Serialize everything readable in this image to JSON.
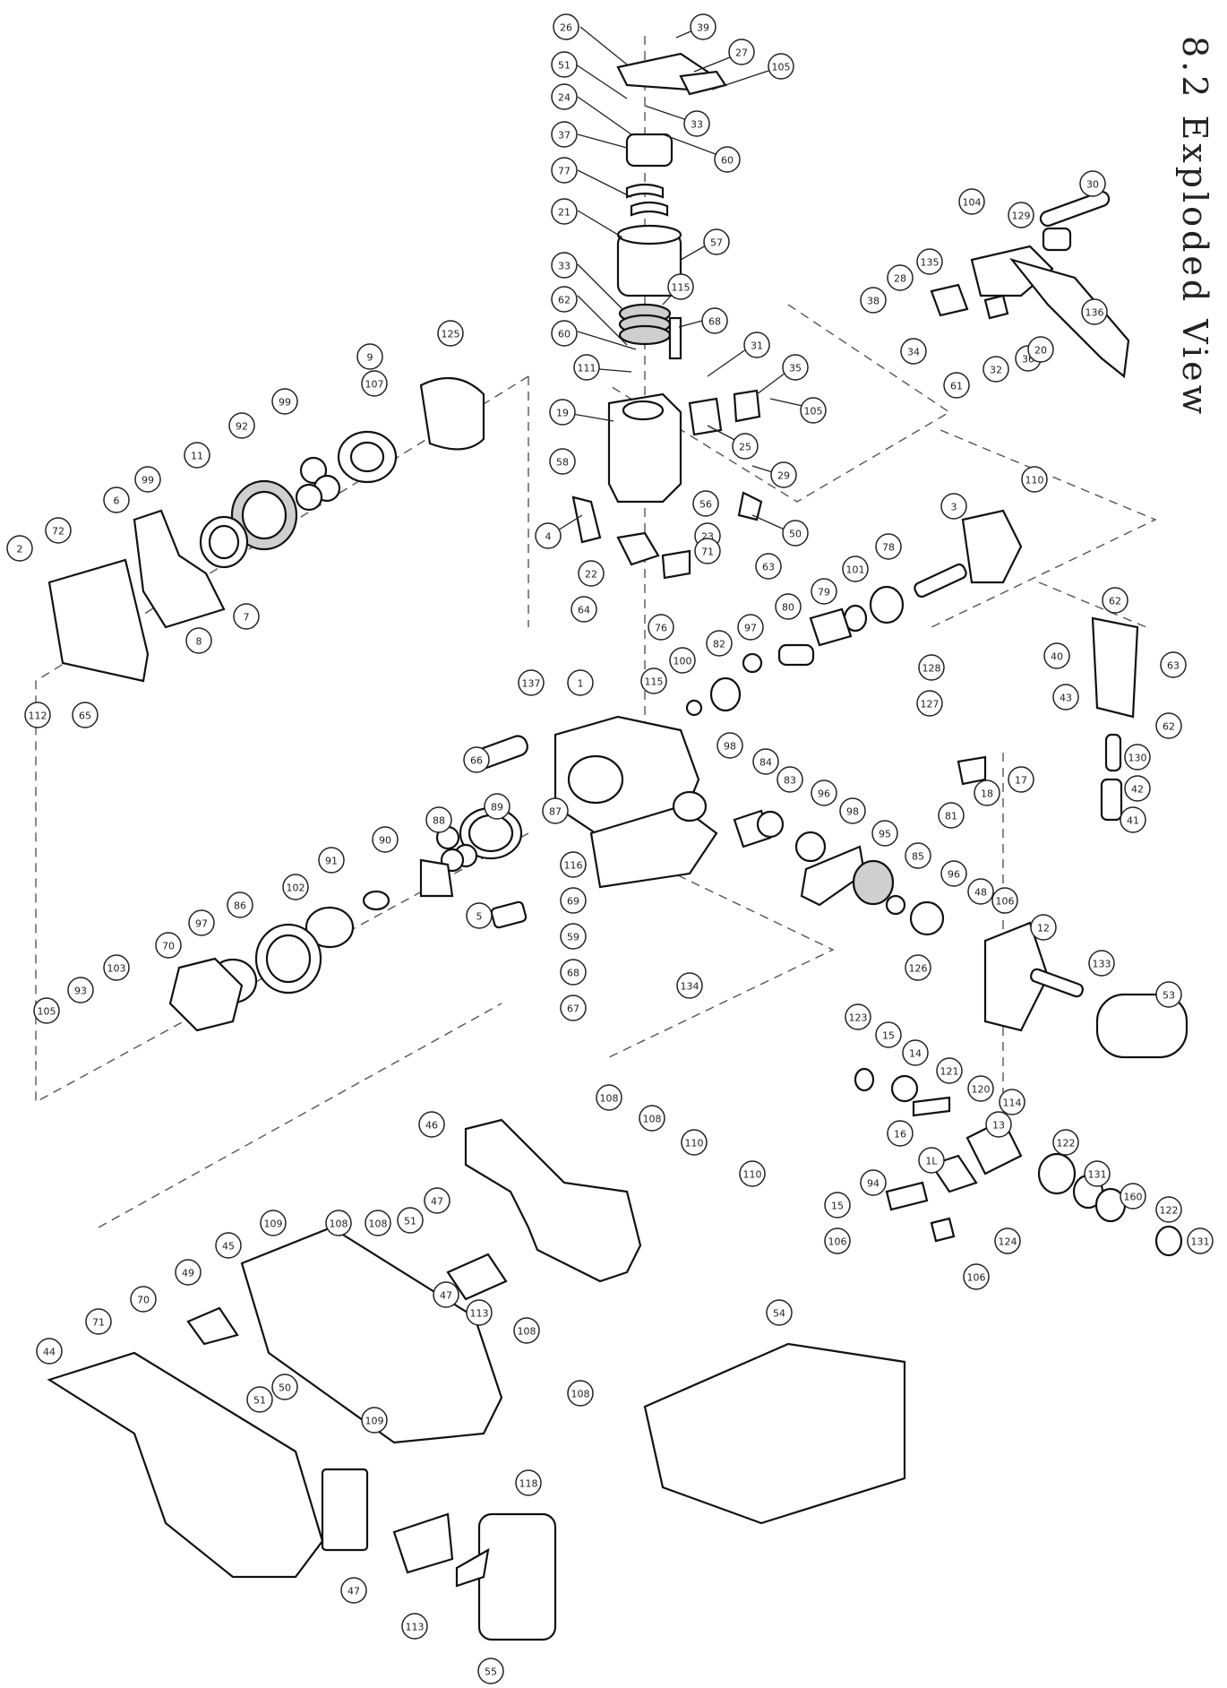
{
  "title": "8.2 Exploded View",
  "callouts": [
    {
      "id": "c26",
      "label": "26"
    },
    {
      "id": "c39",
      "label": "39"
    },
    {
      "id": "c51a",
      "label": "51"
    },
    {
      "id": "c27",
      "label": "27"
    },
    {
      "id": "c105a",
      "label": "105"
    },
    {
      "id": "c33a",
      "label": "33"
    },
    {
      "id": "c24",
      "label": "24"
    },
    {
      "id": "c60a",
      "label": "60"
    },
    {
      "id": "c37",
      "label": "37"
    },
    {
      "id": "c77",
      "label": "77"
    },
    {
      "id": "c21",
      "label": "21"
    },
    {
      "id": "c57",
      "label": "57"
    },
    {
      "id": "c33b",
      "label": "33"
    },
    {
      "id": "c115a",
      "label": "115"
    },
    {
      "id": "c62a",
      "label": "62"
    },
    {
      "id": "c68a",
      "label": "68"
    },
    {
      "id": "c60b",
      "label": "60"
    },
    {
      "id": "c111",
      "label": "111"
    },
    {
      "id": "c31",
      "label": "31"
    },
    {
      "id": "c35",
      "label": "35"
    },
    {
      "id": "c105b",
      "label": "105"
    },
    {
      "id": "c19",
      "label": "19"
    },
    {
      "id": "c25",
      "label": "25"
    },
    {
      "id": "c29",
      "label": "29"
    },
    {
      "id": "c58",
      "label": "58"
    },
    {
      "id": "c50a",
      "label": "50"
    },
    {
      "id": "c4",
      "label": "4"
    },
    {
      "id": "c56",
      "label": "56"
    },
    {
      "id": "c22",
      "label": "22"
    },
    {
      "id": "c23",
      "label": "23"
    },
    {
      "id": "c71a",
      "label": "71"
    },
    {
      "id": "c63a",
      "label": "63"
    },
    {
      "id": "c64",
      "label": "64"
    },
    {
      "id": "c76",
      "label": "76"
    },
    {
      "id": "c30",
      "label": "30"
    },
    {
      "id": "c104",
      "label": "104"
    },
    {
      "id": "c129",
      "label": "129"
    },
    {
      "id": "c135",
      "label": "135"
    },
    {
      "id": "c28",
      "label": "28"
    },
    {
      "id": "c38",
      "label": "38"
    },
    {
      "id": "c136",
      "label": "136"
    },
    {
      "id": "c34",
      "label": "34"
    },
    {
      "id": "c61",
      "label": "61"
    },
    {
      "id": "c32",
      "label": "32"
    },
    {
      "id": "c36",
      "label": "36"
    },
    {
      "id": "c20",
      "label": "20"
    },
    {
      "id": "c125",
      "label": "125"
    },
    {
      "id": "c9",
      "label": "9"
    },
    {
      "id": "c107",
      "label": "107"
    },
    {
      "id": "c99a",
      "label": "99"
    },
    {
      "id": "c92",
      "label": "92"
    },
    {
      "id": "c11",
      "label": "11"
    },
    {
      "id": "c99b",
      "label": "99"
    },
    {
      "id": "c6",
      "label": "6"
    },
    {
      "id": "c72",
      "label": "72"
    },
    {
      "id": "c2",
      "label": "2"
    },
    {
      "id": "c7",
      "label": "7"
    },
    {
      "id": "c8",
      "label": "8"
    },
    {
      "id": "c112",
      "label": "112"
    },
    {
      "id": "c65",
      "label": "65"
    },
    {
      "id": "c110a",
      "label": "110"
    },
    {
      "id": "c3",
      "label": "3"
    },
    {
      "id": "c78",
      "label": "78"
    },
    {
      "id": "c101",
      "label": "101"
    },
    {
      "id": "c79",
      "label": "79"
    },
    {
      "id": "c80",
      "label": "80"
    },
    {
      "id": "c97a",
      "label": "97"
    },
    {
      "id": "c82",
      "label": "82"
    },
    {
      "id": "c100",
      "label": "100"
    },
    {
      "id": "c115b",
      "label": "115"
    },
    {
      "id": "c62b",
      "label": "62"
    },
    {
      "id": "c40",
      "label": "40"
    },
    {
      "id": "c63b",
      "label": "63"
    },
    {
      "id": "c43",
      "label": "43"
    },
    {
      "id": "c62c",
      "label": "62"
    },
    {
      "id": "c130",
      "label": "130"
    },
    {
      "id": "c42",
      "label": "42"
    },
    {
      "id": "c41",
      "label": "41"
    },
    {
      "id": "c137",
      "label": "137"
    },
    {
      "id": "c1",
      "label": "1"
    },
    {
      "id": "c66",
      "label": "66"
    },
    {
      "id": "c98a",
      "label": "98"
    },
    {
      "id": "c84",
      "label": "84"
    },
    {
      "id": "c83",
      "label": "83"
    },
    {
      "id": "c96a",
      "label": "96"
    },
    {
      "id": "c98b",
      "label": "98"
    },
    {
      "id": "c128",
      "label": "128"
    },
    {
      "id": "c127",
      "label": "127"
    },
    {
      "id": "c17",
      "label": "17"
    },
    {
      "id": "c18",
      "label": "18"
    },
    {
      "id": "c81",
      "label": "81"
    },
    {
      "id": "c87",
      "label": "87"
    },
    {
      "id": "c89",
      "label": "89"
    },
    {
      "id": "c88",
      "label": "88"
    },
    {
      "id": "c90",
      "label": "90"
    },
    {
      "id": "c91",
      "label": "91"
    },
    {
      "id": "c102",
      "label": "102"
    },
    {
      "id": "c86",
      "label": "86"
    },
    {
      "id": "c97b",
      "label": "97"
    },
    {
      "id": "c70a",
      "label": "70"
    },
    {
      "id": "c103",
      "label": "103"
    },
    {
      "id": "c93",
      "label": "93"
    },
    {
      "id": "c105c",
      "label": "105"
    },
    {
      "id": "c116",
      "label": "116"
    },
    {
      "id": "c69",
      "label": "69"
    },
    {
      "id": "c59",
      "label": "59"
    },
    {
      "id": "c68b",
      "label": "68"
    },
    {
      "id": "c67",
      "label": "67"
    },
    {
      "id": "c5",
      "label": "5"
    },
    {
      "id": "c134",
      "label": "134"
    },
    {
      "id": "c95",
      "label": "95"
    },
    {
      "id": "c85",
      "label": "85"
    },
    {
      "id": "c96b",
      "label": "96"
    },
    {
      "id": "c48",
      "label": "48"
    },
    {
      "id": "c106a",
      "label": "106"
    },
    {
      "id": "c126",
      "label": "126"
    },
    {
      "id": "c12",
      "label": "12"
    },
    {
      "id": "c133",
      "label": "133"
    },
    {
      "id": "c53",
      "label": "53"
    },
    {
      "id": "c123",
      "label": "123"
    },
    {
      "id": "c15a",
      "label": "15"
    },
    {
      "id": "c14",
      "label": "14"
    },
    {
      "id": "c121",
      "label": "121"
    },
    {
      "id": "c120",
      "label": "120"
    },
    {
      "id": "c114",
      "label": "114"
    },
    {
      "id": "c13",
      "label": "13"
    },
    {
      "id": "c16",
      "label": "16"
    },
    {
      "id": "c122a",
      "label": "122"
    },
    {
      "id": "c131a",
      "label": "131"
    },
    {
      "id": "c1L",
      "label": "1L"
    },
    {
      "id": "c94",
      "label": "94"
    },
    {
      "id": "c160",
      "label": "160"
    },
    {
      "id": "c15b",
      "label": "15"
    },
    {
      "id": "c106b",
      "label": "106"
    },
    {
      "id": "c124",
      "label": "124"
    },
    {
      "id": "c122b",
      "label": "122"
    },
    {
      "id": "c131b",
      "label": "131"
    },
    {
      "id": "c106c",
      "label": "106"
    },
    {
      "id": "c46",
      "label": "46"
    },
    {
      "id": "c108a",
      "label": "108"
    },
    {
      "id": "c108b",
      "label": "108"
    },
    {
      "id": "c110b",
      "label": "110"
    },
    {
      "id": "c110c",
      "label": "110"
    },
    {
      "id": "c109a",
      "label": "109"
    },
    {
      "id": "c108c",
      "label": "108"
    },
    {
      "id": "c108d",
      "label": "108"
    },
    {
      "id": "c47a",
      "label": "47"
    },
    {
      "id": "c51b",
      "label": "51"
    },
    {
      "id": "c45",
      "label": "45"
    },
    {
      "id": "c49",
      "label": "49"
    },
    {
      "id": "c47b",
      "label": "47"
    },
    {
      "id": "c113a",
      "label": "113"
    },
    {
      "id": "c70b",
      "label": "70"
    },
    {
      "id": "c71b",
      "label": "71"
    },
    {
      "id": "c44",
      "label": "44"
    },
    {
      "id": "c108e",
      "label": "108"
    },
    {
      "id": "c109b",
      "label": "109"
    },
    {
      "id": "c51c",
      "label": "51"
    },
    {
      "id": "c50b",
      "label": "50"
    },
    {
      "id": "c108f",
      "label": "108"
    },
    {
      "id": "c118",
      "label": "118"
    },
    {
      "id": "c47c",
      "label": "47"
    },
    {
      "id": "c113b",
      "label": "113"
    },
    {
      "id": "c55",
      "label": "55"
    },
    {
      "id": "c54",
      "label": "54"
    }
  ]
}
